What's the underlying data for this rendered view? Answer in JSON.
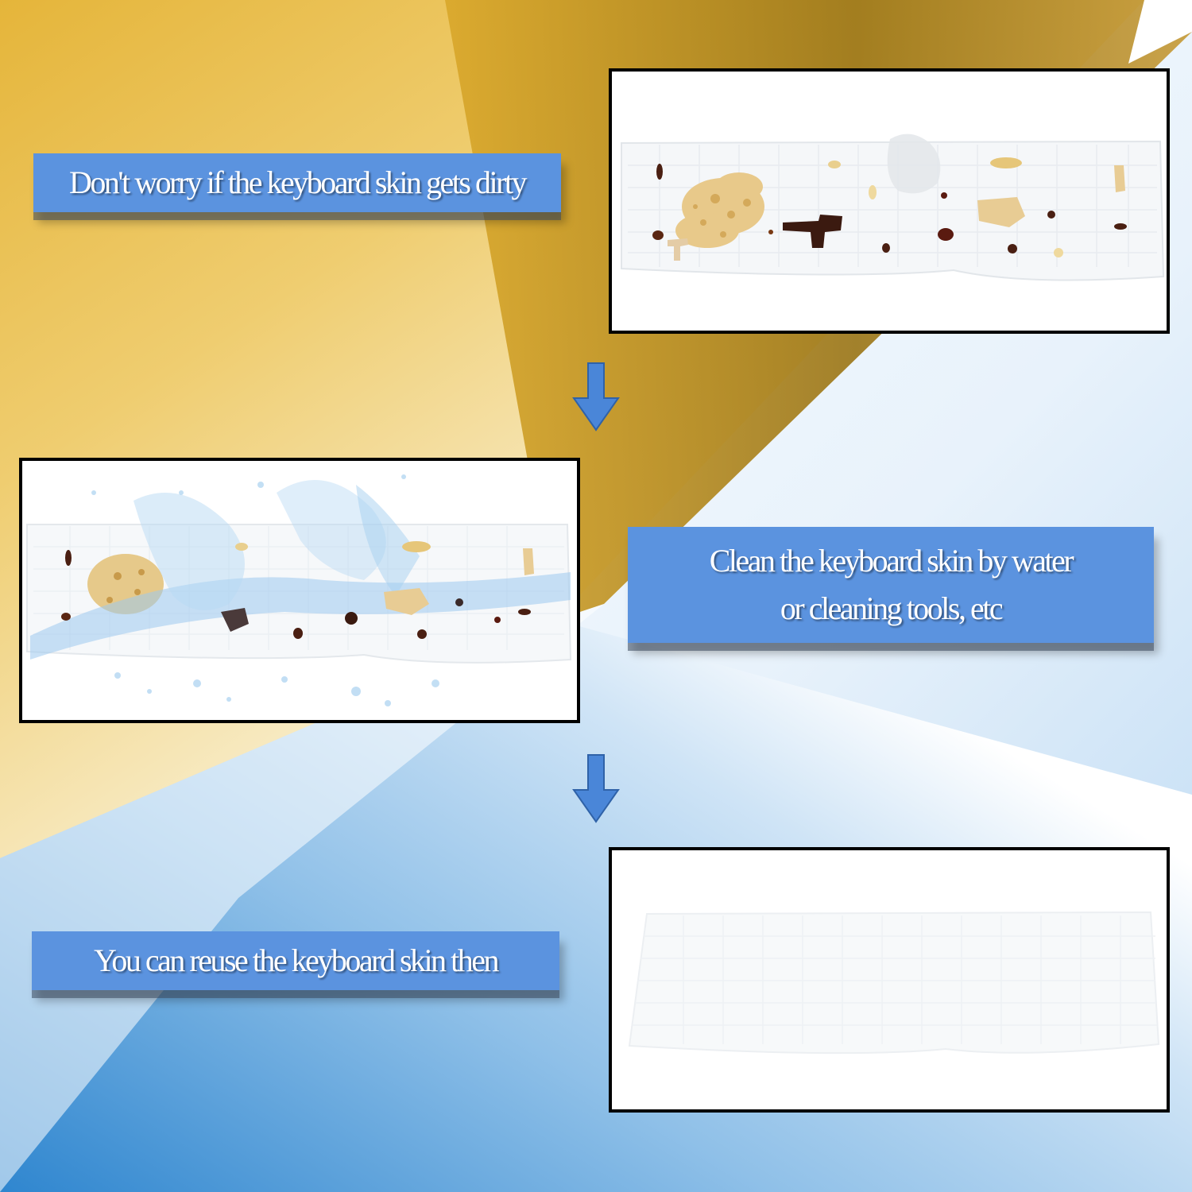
{
  "steps": [
    {
      "caption": [
        "Don't worry if the keyboard skin gets dirty"
      ],
      "image": "dirty-keyboard-skin"
    },
    {
      "caption": [
        "Clean the keyboard skin by water",
        "or cleaning tools, etc"
      ],
      "image": "washing-keyboard-skin"
    },
    {
      "caption": [
        "You can reuse the keyboard skin then"
      ],
      "image": "clean-keyboard-skin"
    }
  ],
  "colors": {
    "label_fill": "#5b93df",
    "arrow_fill": "#4a86d8",
    "gold": "#e2b23a",
    "blue": "#3f8ed3"
  },
  "icons": [
    "arrow-down-icon",
    "arrow-down-icon"
  ]
}
